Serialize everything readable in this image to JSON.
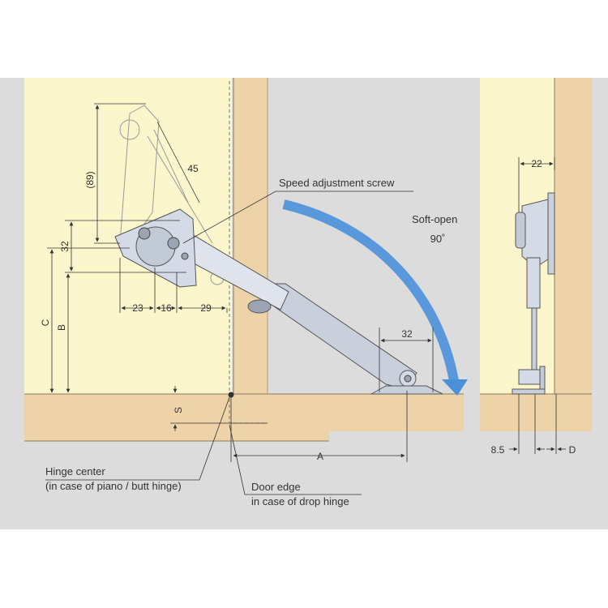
{
  "colors": {
    "background": "#dcdcdc",
    "cabinet": "#fcf6cc",
    "wood": "#efd3a8",
    "wood_edge": "#b9986e",
    "metal": "#d4dbe6",
    "arrow": "#4a90d9",
    "line": "#333333"
  },
  "dimensions": {
    "d89": "(89)",
    "d45": "45",
    "d32_vertical": "32",
    "d23": "23",
    "d16": "16",
    "d29": "29",
    "d32_horizontal": "32",
    "d22": "22",
    "d8_5": "8.5"
  },
  "letters": {
    "C": "C",
    "B": "B",
    "S": "S",
    "A": "A",
    "D": "D"
  },
  "labels": {
    "speed_screw": "Speed adjustment screw",
    "soft_open": "Soft-open",
    "angle": "90˚",
    "hinge_center_1": "Hinge center",
    "hinge_center_2": "(in case of piano / butt hinge)",
    "door_edge_1": "Door edge",
    "door_edge_2": "in case of drop hinge"
  },
  "icons": {
    "open_direction": "curved-arrow-icon"
  }
}
